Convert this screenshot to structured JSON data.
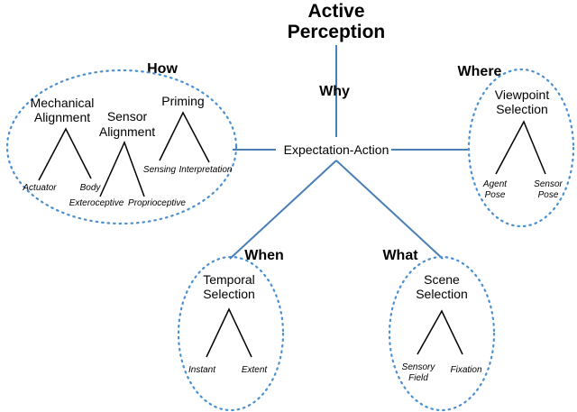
{
  "title": {
    "line1": "Active",
    "line2": "Perception"
  },
  "center": "Expectation-Action",
  "questions": {
    "why": "Why",
    "how": "How",
    "where": "Where",
    "when": "When",
    "what": "What"
  },
  "how": {
    "mechanical": {
      "line1": "Mechanical",
      "line2": "Alignment",
      "leaves": [
        "Actuator",
        "Body"
      ]
    },
    "sensor": {
      "line1": "Sensor",
      "line2": "Alignment",
      "leaves": [
        "Exteroceptive",
        "Proprioceptive"
      ]
    },
    "priming": {
      "label": "Priming",
      "leaves": [
        "Sensing",
        "Interpretation"
      ]
    }
  },
  "where": {
    "line1": "Viewpoint",
    "line2": "Selection",
    "leaves": [
      {
        "line1": "Agent",
        "line2": "Pose"
      },
      {
        "line1": "Sensor",
        "line2": "Pose"
      }
    ]
  },
  "when": {
    "line1": "Temporal",
    "line2": "Selection",
    "leaves": [
      "Instant",
      "Extent"
    ]
  },
  "what": {
    "line1": "Scene",
    "line2": "Selection",
    "leaves": [
      {
        "line1": "Sensory",
        "line2": "Field"
      },
      {
        "line1": "Fixation",
        "line2": ""
      }
    ]
  }
}
